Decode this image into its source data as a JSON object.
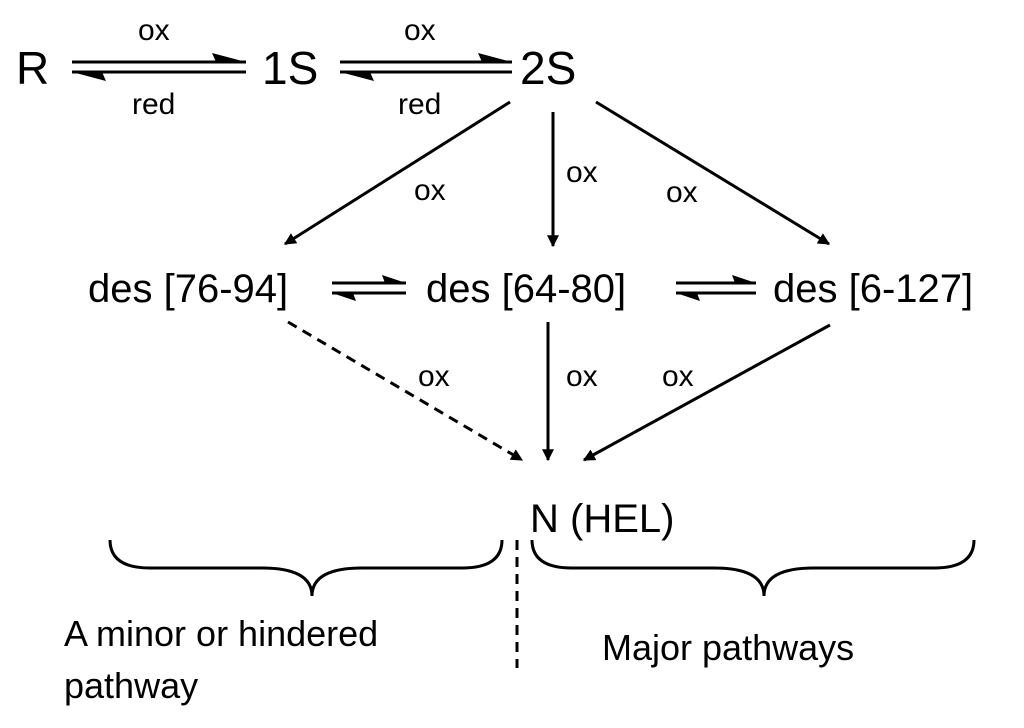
{
  "species": {
    "r": "R",
    "s1": "1S",
    "s2": "2S",
    "des1": "des [76-94]",
    "des2": "des [64-80]",
    "des3": "des [6-127]",
    "n": "N (HEL)"
  },
  "arrow_labels": {
    "r_1s_forward": "ox",
    "r_1s_reverse": "red",
    "s1_s2_forward": "ox",
    "s1_s2_reverse": "red",
    "s2_des1": "ox",
    "s2_des2": "ox",
    "s2_des3": "ox",
    "des1_n": "ox",
    "des2_n": "ox",
    "des3_n": "ox"
  },
  "pathways": {
    "minor_line1": "A minor or hindered",
    "minor_line2": "pathway",
    "major": "Major pathways"
  }
}
